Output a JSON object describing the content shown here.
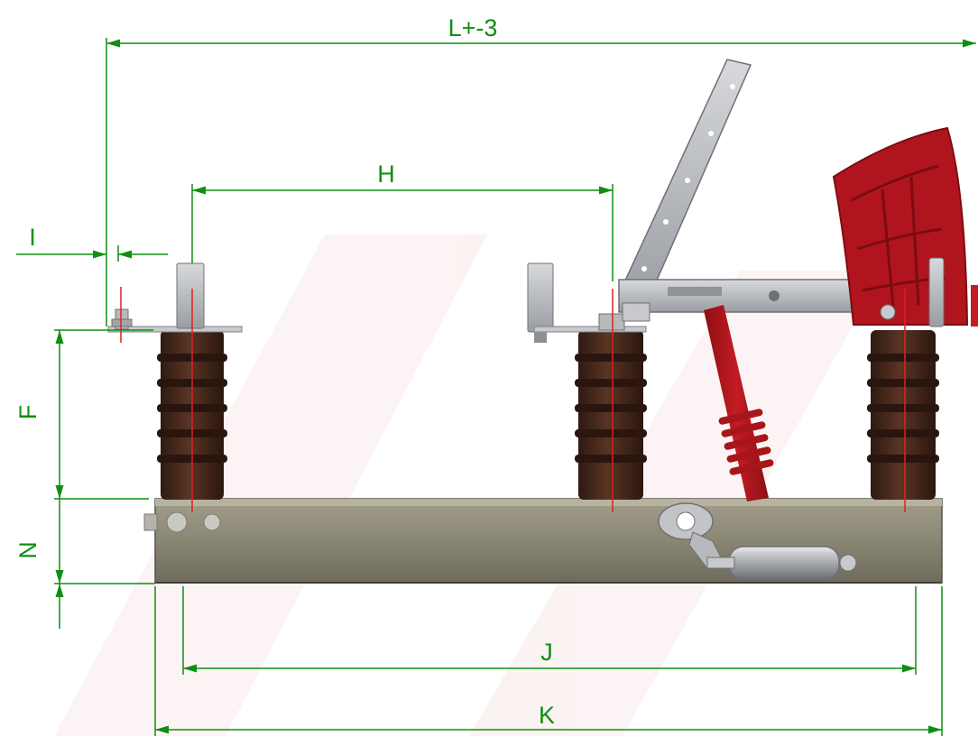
{
  "dimensions": {
    "overall_length": "L+-3",
    "pole_spacing": "H",
    "terminal_offset": "I",
    "insulator_height": "F",
    "base_height": "N",
    "mounting_hole_spacing": "J",
    "base_length": "K"
  },
  "colors": {
    "dimension_line": "#0e8f12",
    "centerline": "#e02020",
    "insulator": "#4a2a1c",
    "base_frame": "#8a8674",
    "operating_handle": "#b0151d",
    "link_rod": "#d3262a",
    "steel_parts": "#b9bcc0"
  }
}
